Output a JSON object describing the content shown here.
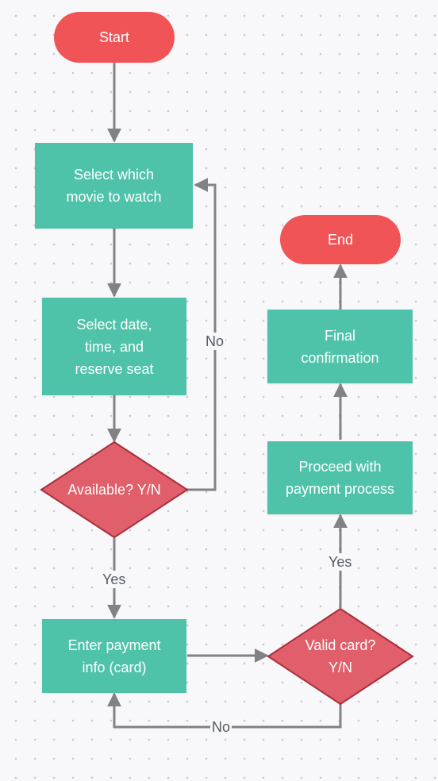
{
  "nodes": {
    "start": "Start",
    "select_movie": "Select which\nmovie to watch",
    "select_date": "Select date,\ntime, and\nreserve seat",
    "available": "Available? Y/N",
    "enter_payment": "Enter payment\ninfo (card)",
    "valid_card": "Valid card?\nY/N",
    "proceed_payment": "Proceed with\npayment process",
    "final_confirmation": "Final\nconfirmation",
    "end": "End"
  },
  "edges": {
    "available_no": "No",
    "available_yes": "Yes",
    "valid_yes": "Yes",
    "valid_no": "No"
  },
  "colors": {
    "process": "#4fc3a9",
    "terminal": "#f05457",
    "decision": "#e05f6b",
    "decision_border": "#a8303b",
    "connector": "#808285"
  }
}
